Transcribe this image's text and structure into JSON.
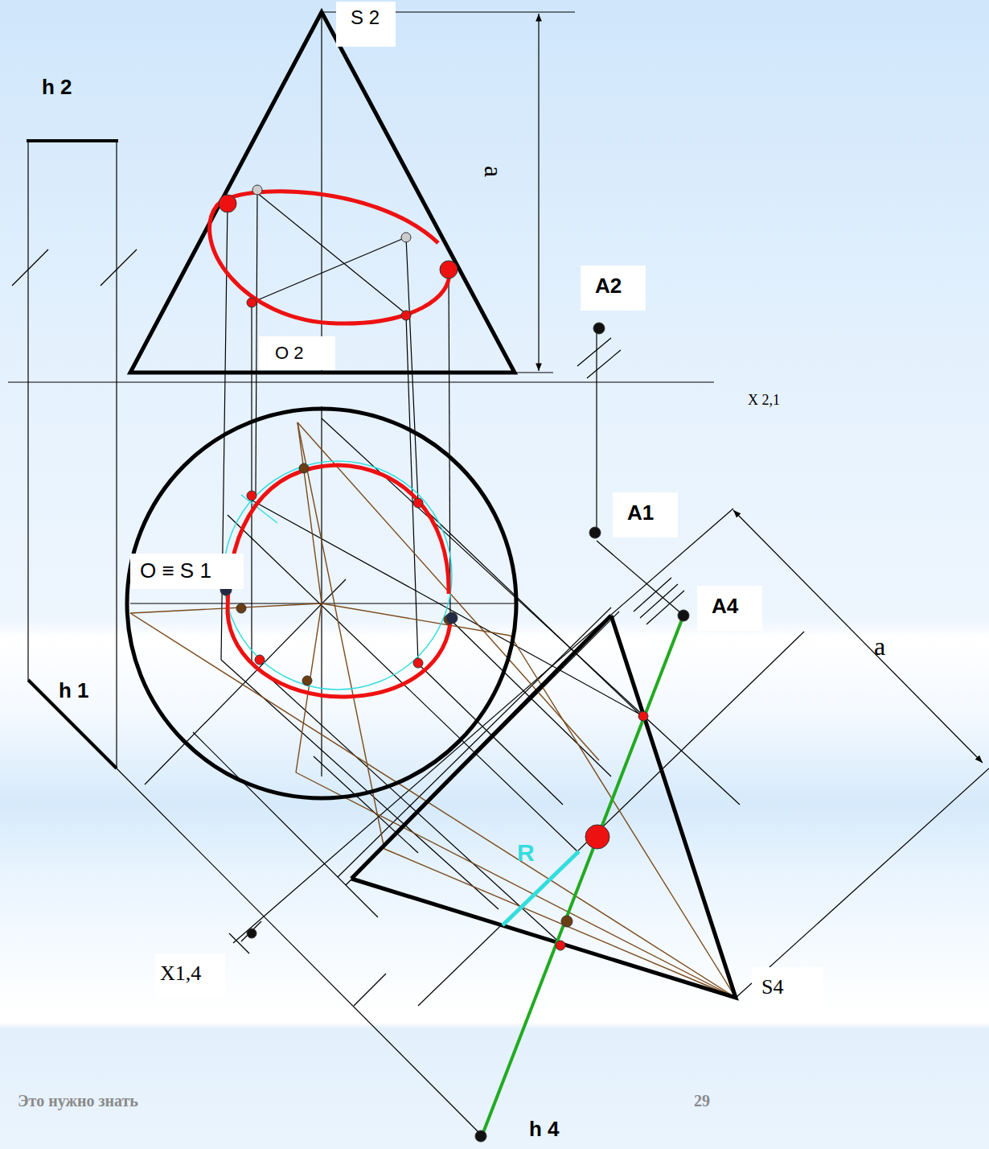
{
  "diagram": {
    "labels": [
      "S 2",
      "h 2",
      "a",
      "A2",
      "O 2",
      "X 2,1",
      "A1",
      "O ≡ S 1",
      "A4",
      "a",
      "h 1",
      "R",
      "X1,4",
      "S4",
      "Это нужно знать",
      "29",
      "h 4"
    ]
  }
}
